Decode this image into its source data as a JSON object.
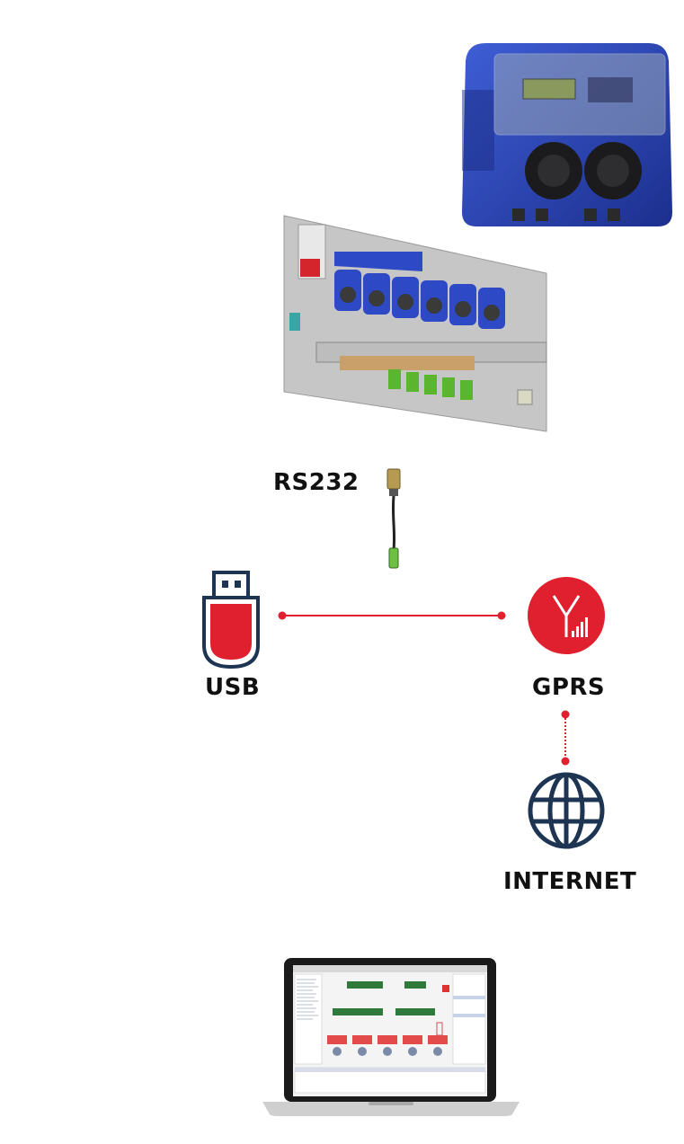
{
  "labels": {
    "rs232": "RS232",
    "usb": "USB",
    "gprs": "GPRS",
    "internet": "INTERNET"
  },
  "colors": {
    "accent_red": "#e0202e",
    "navy": "#1d3553",
    "pump_blue": "#2a45b8",
    "panel_gray": "#c9c9c9",
    "connector_green": "#5bb52f"
  },
  "icons": {
    "pump_device": "dual-peristaltic-pump",
    "panel_device": "multi-pump-panel",
    "cable": "rs232-cable",
    "usb": "usb-stick-icon",
    "gprs": "antenna-signal-icon",
    "internet": "globe-icon",
    "laptop": "laptop-software-screen"
  }
}
